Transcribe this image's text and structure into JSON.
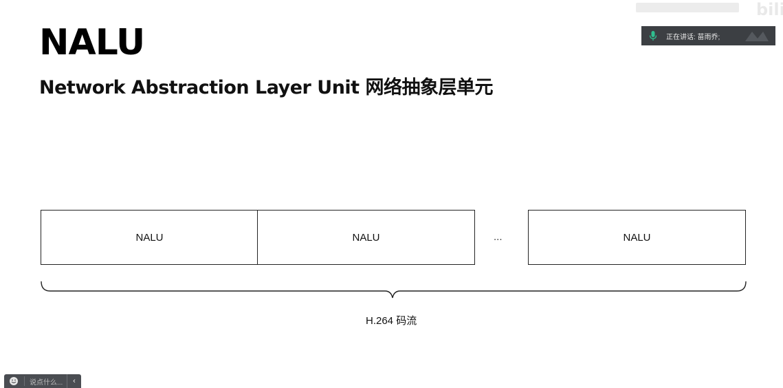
{
  "slide": {
    "title": "NALU",
    "subtitle": "Network Abstraction Layer Unit 网络抽象层单元"
  },
  "diagram": {
    "boxes": [
      {
        "label": "NALU"
      },
      {
        "label": "NALU"
      },
      {
        "label": "NALU"
      }
    ],
    "ellipsis": "...",
    "stream_label": "H.264 码流"
  },
  "overlay": {
    "speaker_text": "正在讲话: 苗雨乔;",
    "mic_icon": "microphone-icon",
    "danmaku_placeholder": "说点什么...",
    "collapse_glyph": "‹"
  }
}
